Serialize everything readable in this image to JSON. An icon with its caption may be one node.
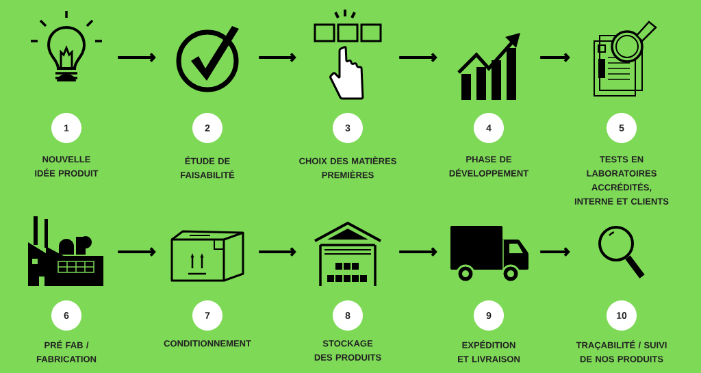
{
  "diagram": {
    "nodes": [
      {
        "text": [],
        "shape": "picture"
      },
      {
        "text": [
          "1"
        ],
        "beside": [
          "NOUVELLE IDÉE PRODUIT"
        ]
      },
      {
        "text": [],
        "shape": "picture"
      },
      {
        "text": [
          "2"
        ],
        "beside": [
          "ÉTUDE DE FAISABILITÉ"
        ]
      },
      {
        "text": [],
        "shape": "picture"
      },
      {
        "text": [
          "3"
        ],
        "beside": [
          "CHOIX DES MATIÈRES PREMIÈRES"
        ]
      },
      {
        "text": [],
        "shape": "picture"
      },
      {
        "text": [
          "4"
        ],
        "beside": [
          "PHASE DE DÉVELOPPEMENT"
        ]
      },
      {
        "text": [],
        "shape": "picture"
      },
      {
        "text": [
          "5"
        ],
        "beside": [
          "TESTS EN LABORATOIRES ACCRÉDITÉS, INTERNE ET CLIENTS"
        ]
      },
      {
        "text": [],
        "shape": "picture"
      },
      {
        "text": [
          "6"
        ],
        "beside": [
          "PRÉ FAB / FABRICATION"
        ]
      },
      {
        "text": [],
        "shape": "picture"
      },
      {
        "text": [
          "7"
        ],
        "beside": [
          "CONDITIONNEMENT"
        ]
      },
      {
        "text": [],
        "shape": "picture"
      },
      {
        "text": [
          "8"
        ],
        "beside": [
          "STOCKAGE DES PRODUITS"
        ]
      },
      {
        "text": [],
        "shape": "picture"
      },
      {
        "text": [
          "9"
        ],
        "beside": [
          "EXPÉDITION ET LIVRAISON"
        ]
      },
      {
        "text": [],
        "shape": "picture"
      },
      {
        "text": [
          "10"
        ],
        "beside": [
          "TRAÇABILITÉ / SUIVI DE NOS PRODUITS"
        ]
      }
    ],
    "edges": [
      {
        "from": 0,
        "to": 2,
        "arrow": "to"
      },
      {
        "from": 2,
        "to": 4,
        "arrow": "to"
      },
      {
        "from": 4,
        "to": 6,
        "arrow": "to"
      },
      {
        "from": 6,
        "to": 8,
        "arrow": "to"
      },
      {
        "from": 10,
        "to": 12,
        "arrow": "to"
      },
      {
        "from": 12,
        "to": 14,
        "arrow": "to"
      },
      {
        "from": 14,
        "to": 16,
        "arrow": "to"
      },
      {
        "from": 16,
        "to": 18,
        "arrow": "to"
      }
    ]
  }
}
